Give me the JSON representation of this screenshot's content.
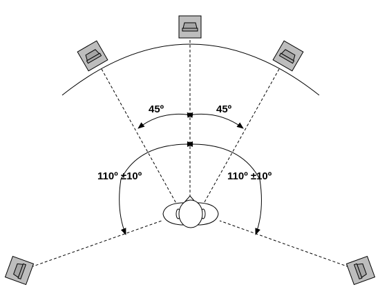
{
  "diagram": {
    "labels": {
      "front_left_angle": "45º",
      "front_right_angle": "45º",
      "surround_left_angle": "110º ±10º",
      "surround_right_angle": "110º ±10º"
    },
    "colors": {
      "speaker_fill": "#bdbdbd",
      "speaker_cone": "#a5a5a5",
      "line": "#000000"
    },
    "icons": [
      "speaker-icon",
      "listener-head-icon",
      "arrowhead-icon"
    ]
  }
}
